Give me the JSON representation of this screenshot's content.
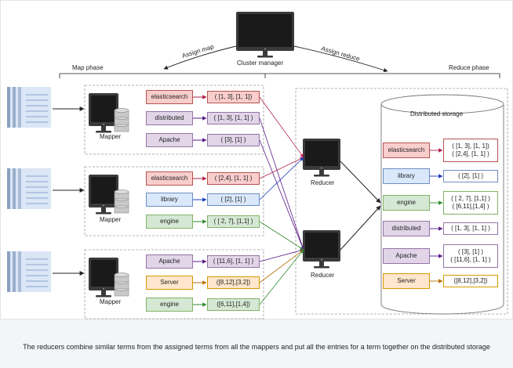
{
  "cluster_manager": "Cluster manager",
  "assign_map": "Assign map",
  "assign_reduce": "Assign reduce",
  "map_phase": "Map phase",
  "reduce_phase": "Reduce phase",
  "mapper_label": "Mapper",
  "reducer_label": "Reducer",
  "storage_title": "Distributed storage",
  "mappers": [
    {
      "rows": [
        {
          "term": "elasticsearch",
          "color": "pink",
          "value": "( [1, 3], [1, 1])"
        },
        {
          "term": "distributed",
          "color": "purple",
          "value": "( [1, 3], [1, 1] )"
        },
        {
          "term": "Apache",
          "color": "purple",
          "value": "( [3], [1] )"
        }
      ]
    },
    {
      "rows": [
        {
          "term": "elasticsearch",
          "color": "pink",
          "value": "( [2,4], [1, 1] )"
        },
        {
          "term": "library",
          "color": "blue",
          "value": "( [2], [1] )"
        },
        {
          "term": "engine",
          "color": "green",
          "value": "( [ 2, 7], [1,1] )"
        }
      ]
    },
    {
      "rows": [
        {
          "term": "Apache",
          "color": "purple",
          "value": "( [11,6], [1, 1] )"
        },
        {
          "term": "Server",
          "color": "orange",
          "value": "([8,12],[3,2])"
        },
        {
          "term": "engine",
          "color": "green",
          "value": "([6,11],[1,4])"
        }
      ]
    }
  ],
  "storage": [
    {
      "term": "elasticsearch",
      "color": "pink",
      "values": [
        "( [1, 3], [1, 1])",
        "( [2,4], [1, 1] )"
      ]
    },
    {
      "term": "library",
      "color": "blue",
      "values": [
        "( [2], [1] )"
      ]
    },
    {
      "term": "engine",
      "color": "green",
      "values": [
        "( [ 2, 7], [1,1] )",
        "( [6,11],[1,4] )"
      ]
    },
    {
      "term": "distributed",
      "color": "purple",
      "values": [
        "( [1, 3], [1, 1] )"
      ]
    },
    {
      "term": "Apache",
      "color": "purple",
      "values": [
        "( [3], [1] )",
        "( [11,6], [1, 1] )"
      ]
    },
    {
      "term": "Server",
      "color": "orange",
      "values": [
        "([8,12],[3,2])"
      ]
    }
  ],
  "colors": {
    "pink": "#f8cecc",
    "purple": "#e1d5e7",
    "blue": "#dae8fc",
    "green": "#d5e8d4",
    "orange": "#ffe6cc",
    "arrow_pink": "#b0204a",
    "arrow_purple": "#5b1a8a",
    "arrow_blue": "#1f3fbf",
    "arrow_green": "#2e8b2e",
    "arrow_orange": "#b86e00"
  },
  "caption": "The reducers combine similar terms from the assigned terms from all the mappers and put all the entries for a term together on the distributed storage"
}
